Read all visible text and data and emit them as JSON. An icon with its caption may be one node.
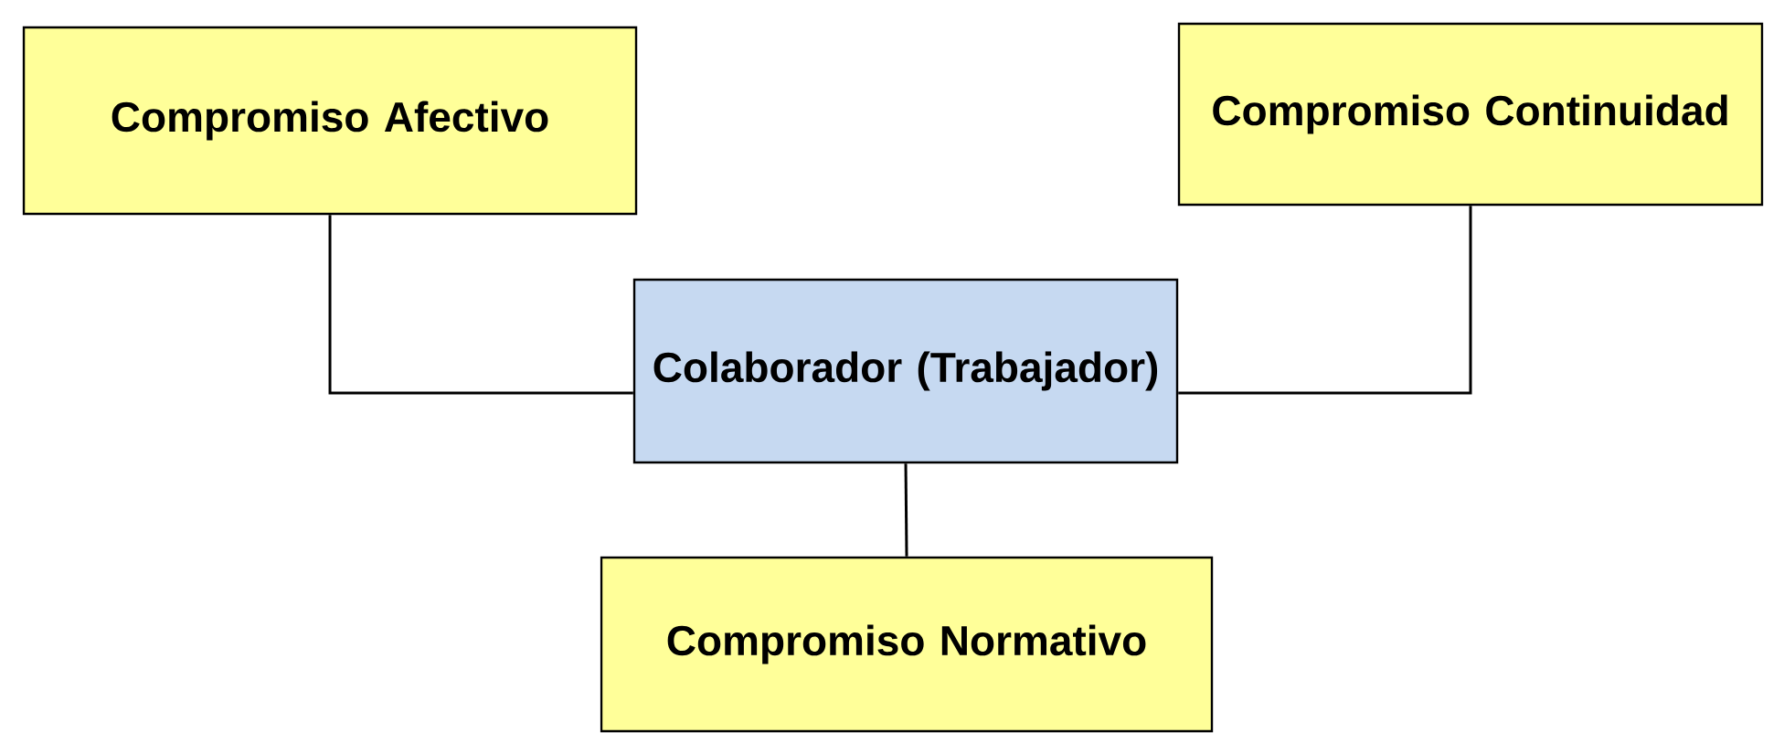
{
  "diagram": {
    "nodes": [
      {
        "text": [
          "Compromiso Afectivo"
        ]
      },
      {
        "text": [
          "Compromiso Continuidad"
        ]
      },
      {
        "text": [
          "Colaborador (Trabajador)"
        ]
      },
      {
        "text": [
          "Compromiso Normativo"
        ]
      }
    ],
    "edges": [
      {
        "from": 2,
        "to": 0,
        "arrow": "none"
      },
      {
        "from": 2,
        "to": 1,
        "arrow": "none"
      },
      {
        "from": 2,
        "to": 3,
        "arrow": "none"
      }
    ]
  }
}
